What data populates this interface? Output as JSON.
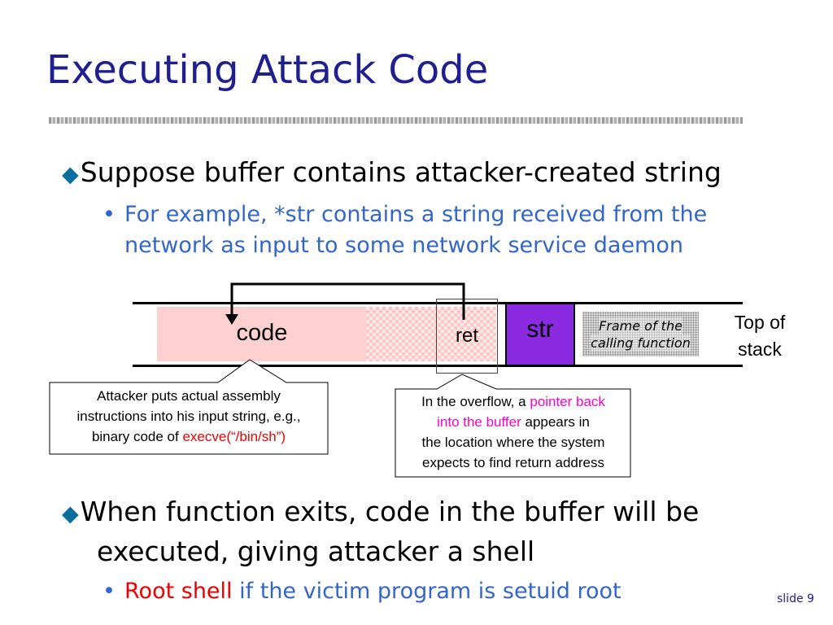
{
  "title": "Executing Attack Code",
  "bullets": [
    {
      "text": "Suppose buffer contains attacker-created string",
      "sub": [
        {
          "line1": "For example, *str contains a string received from the",
          "line2": "network as input to some network service daemon"
        }
      ]
    },
    {
      "line1": "When function exits, code in the buffer will be",
      "line2": "executed, giving attacker a shell",
      "sub": [
        {
          "highlight": "Root shell",
          "rest": " if the victim program is setuid root"
        }
      ]
    }
  ],
  "diagram": {
    "code_label": "code",
    "ret_label": "ret",
    "str_label": "str",
    "frame_line1": "Frame of the",
    "frame_line2": "calling function",
    "top_line1": "Top of",
    "top_line2": "stack",
    "callout_left": {
      "line1": "Attacker puts actual assembly",
      "line2": "instructions into his input string, e.g.,",
      "line3_pre": "binary code of ",
      "line3_hl": "execve(“/bin/sh”)"
    },
    "callout_right": {
      "line1_pre": "In the overflow, a ",
      "line1_hl": "pointer back",
      "line2_hl": "into the buffer",
      "line2_post": " appears in",
      "line3": "the location where the system",
      "line4": "expects to find return address"
    }
  },
  "slide_number": "slide 9",
  "colors": {
    "title": "#1f1f8f",
    "sub_bullet": "#3366cc",
    "highlight_red": "#ee0000",
    "highlight_magenta": "#ff00cc",
    "str_fill": "#8a2be2"
  }
}
